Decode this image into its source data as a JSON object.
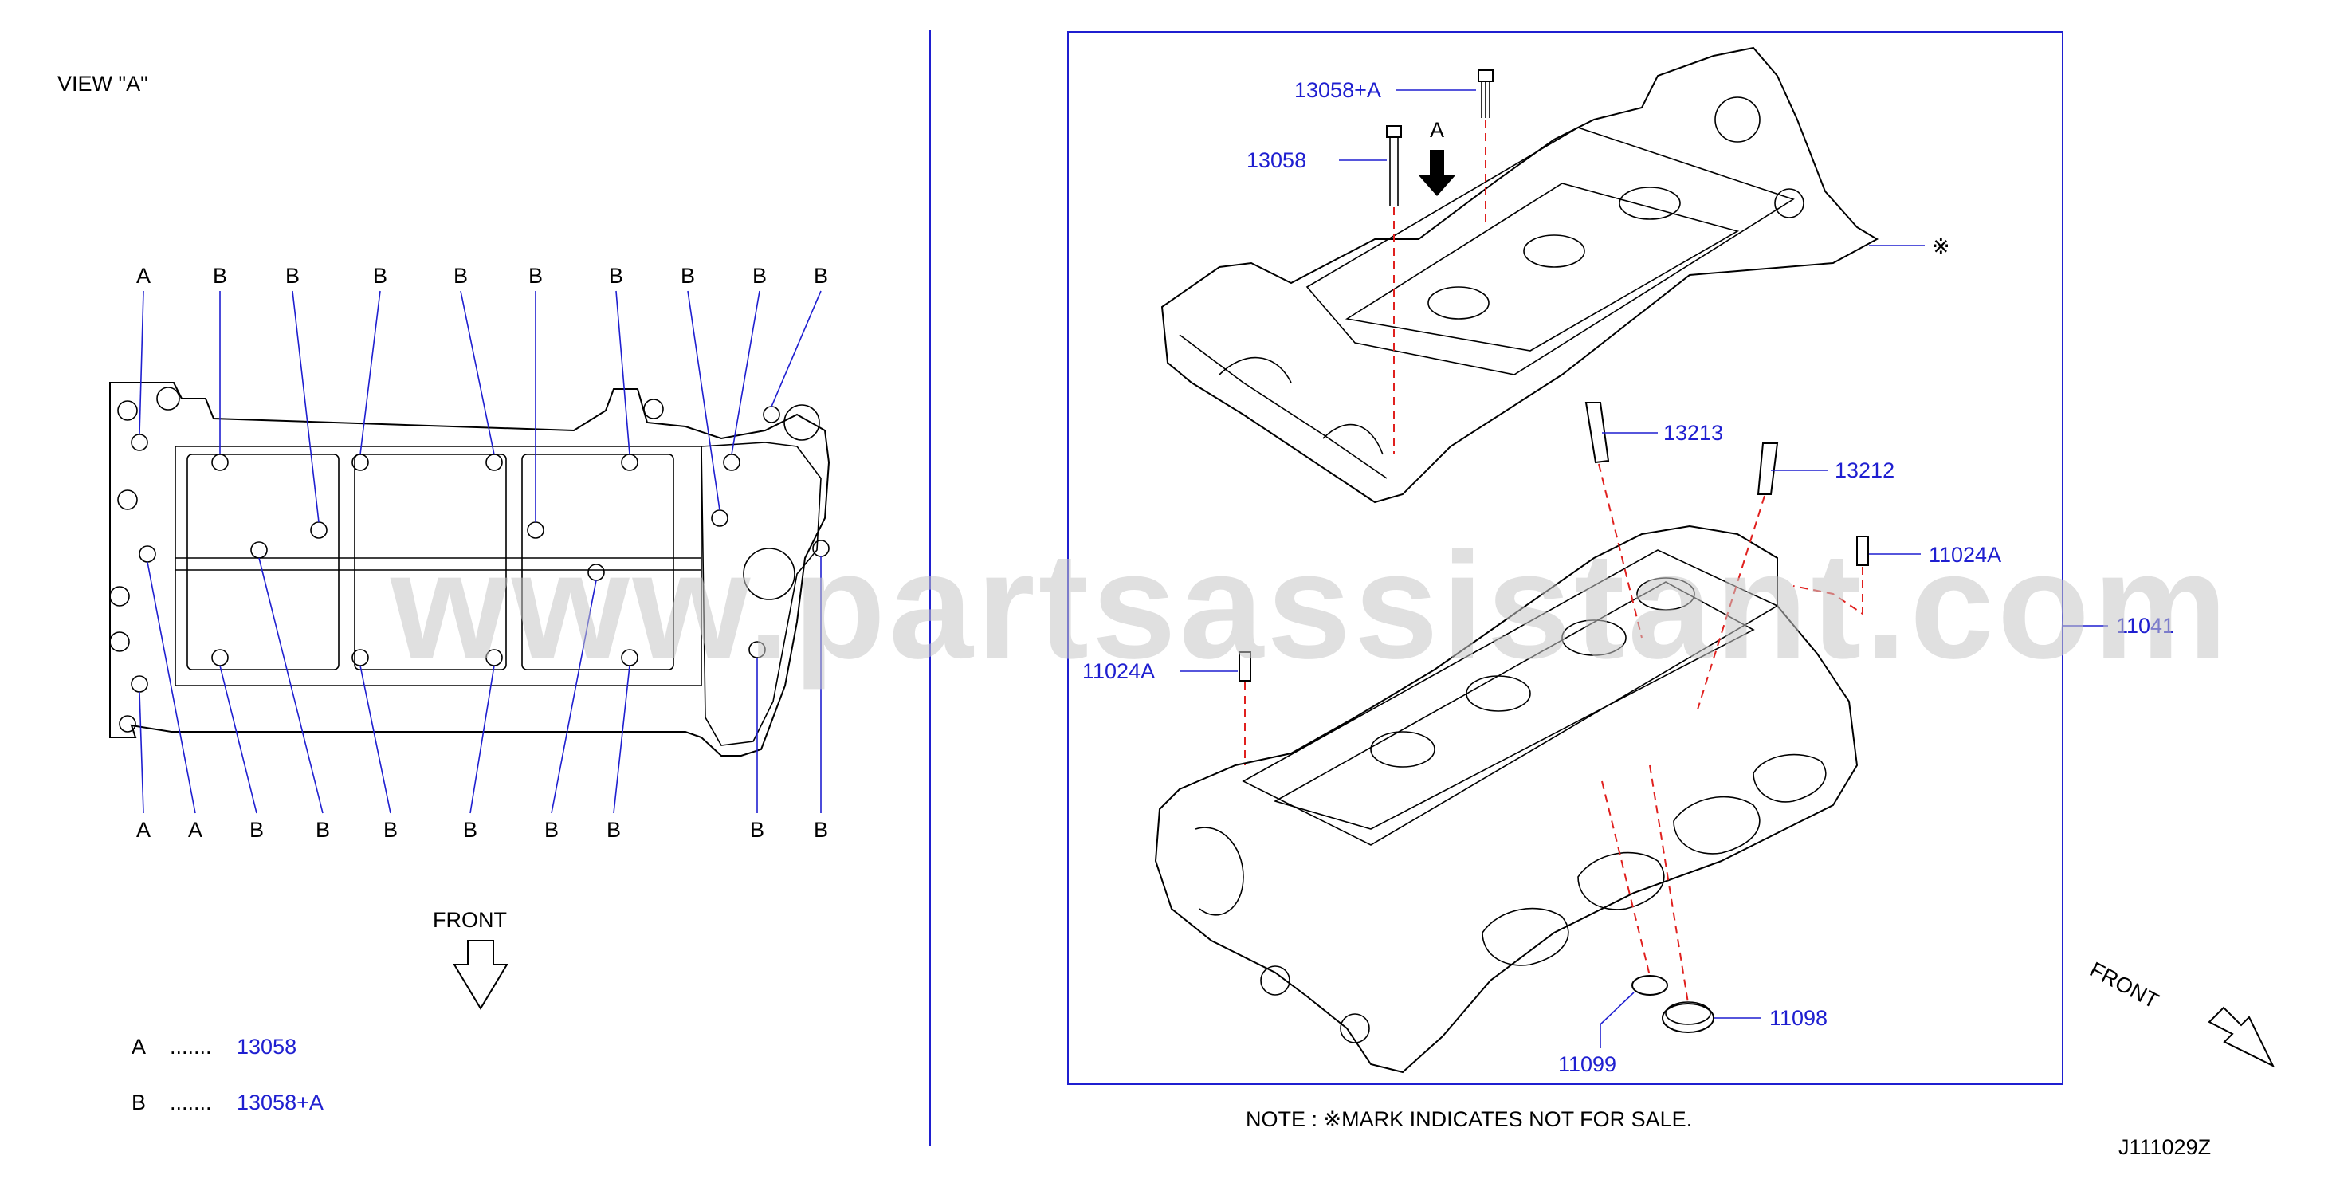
{
  "view_title": "VIEW   \"A\"",
  "view_a": {
    "top_labels": [
      "A",
      "B",
      "B",
      "B",
      "B",
      "B",
      "B",
      "B",
      "B",
      "B"
    ],
    "bottom_labels": [
      "A",
      "A",
      "B",
      "B",
      "B",
      "B",
      "B",
      "B",
      "B",
      "B"
    ],
    "front_label": "FRONT",
    "legend": [
      {
        "key": "A",
        "dots": ".......",
        "part": "13058"
      },
      {
        "key": "B",
        "dots": ".......",
        "part": "13058+A"
      }
    ]
  },
  "exploded": {
    "arrow_label": "A",
    "not_for_sale_mark": "※",
    "front_label": "FRONT",
    "parts": {
      "p13058A": "13058+A",
      "p13058": "13058",
      "p13213": "13213",
      "p13212": "13212",
      "p11024A_r": "11024A",
      "p11024A_l": "11024A",
      "p11041": "11041",
      "p11098": "11098",
      "p11099": "11099"
    }
  },
  "note": "NOTE : ※MARK   INDICATES   NOT   FOR   SALE.",
  "diagram_code": "J111029Z",
  "watermark": "www.partsassistant.com",
  "colors": {
    "part_number": "#1f1fd0",
    "dashed_leader": "#e0201e",
    "watermark": "#c8c8c8"
  }
}
